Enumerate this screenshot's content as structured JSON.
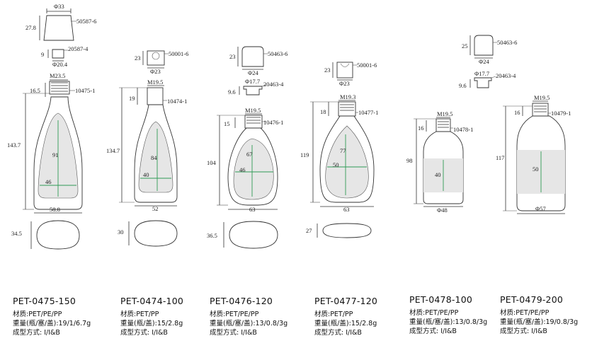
{
  "bottles": [
    {
      "model": "PET-0475-150",
      "material": "材质:PET/PE/PP",
      "weight": "重量(瓶/塞/盖):19/1/6.7g",
      "process": "成型方式: I/I&B",
      "dims": {
        "cap_dia": "Φ33",
        "cap_code": "50587-6",
        "cap_h": "27.8",
        "plug_h": "9",
        "plug_code": "20587-4",
        "plug_dia": "Φ20.4",
        "neck_dia": "M23.5",
        "neck_h": "16.5",
        "neck_code": "10475-1",
        "height": "143.7",
        "label_h": "91",
        "label_w": "46",
        "width": "58.8",
        "depth": "34.5"
      }
    },
    {
      "model": "PET-0474-100",
      "material": "材质:PET/PP",
      "weight": "重量(瓶/盖):15/2.8g",
      "process": "成型方式: I/I&B",
      "dims": {
        "cap_h": "23",
        "cap_code": "50001-6",
        "cap_dia": "Φ23",
        "neck_dia": "M19.5",
        "neck_h": "19",
        "neck_code": "10474-1",
        "height": "134.7",
        "label_h": "84",
        "label_w": "40",
        "width": "52",
        "depth": "30"
      }
    },
    {
      "model": "PET-0476-120",
      "material": "材质:PET/PE/PP",
      "weight": "重量(瓶/塞/盖):13/0.8/3g",
      "process": "成型方式: I/I&B",
      "dims": {
        "cap_h": "23",
        "cap_code": "50463-6",
        "cap_dia": "Φ24",
        "plug_dia": "Φ17.7",
        "plug_h": "9.6",
        "plug_code": "20463-4",
        "neck_dia": "M19.5",
        "neck_h": "15",
        "neck_code": "10476-1",
        "height": "104",
        "label_h": "67",
        "label_w": "46",
        "width": "63",
        "depth": "36.5"
      }
    },
    {
      "model": "PET-0477-120",
      "material": "材质:PET/PP",
      "weight": "重量(瓶/盖):15/2.8g",
      "process": "成型方式: I/I&B",
      "dims": {
        "cap_h": "23",
        "cap_code": "50001-6",
        "cap_dia": "Φ23",
        "neck_dia": "M19.3",
        "neck_h": "18",
        "neck_code": "10477-1",
        "height": "119",
        "label_h": "77",
        "label_w": "50",
        "width": "63",
        "depth": "27"
      }
    },
    {
      "model": "PET-0478-100",
      "material": "材质:PET/PE/PP",
      "weight": "重量(瓶/塞/盖):13/0.8/3g",
      "process": "成型方式: I/I&B",
      "dims": {
        "neck_dia": "M19.5",
        "neck_h": "16",
        "neck_code": "10478-1",
        "height": "98",
        "label_h": "40",
        "width": "Φ48"
      }
    },
    {
      "model": "PET-0479-200",
      "material": "材质:PET/PE/PP",
      "weight": "重量(瓶/塞/盖):19/0.8/3g",
      "process": "成型方式: I/I&B",
      "dims": {
        "cap_h": "25",
        "cap_code": "50463-6",
        "cap_dia": "Φ24",
        "plug_dia": "Φ17.7",
        "plug_h": "9.6",
        "plug_code": "20463-4",
        "neck_dia": "M19.5",
        "neck_h": "16",
        "neck_code": "10479-1",
        "height": "117",
        "label_h": "50",
        "width": "Φ57"
      }
    }
  ]
}
